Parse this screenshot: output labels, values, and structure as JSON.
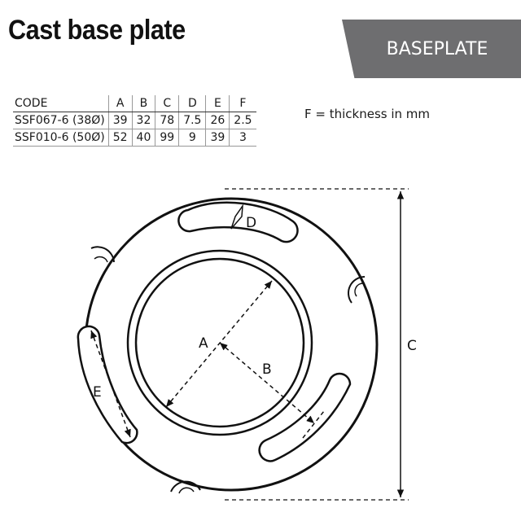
{
  "title": "Cast base plate",
  "banner": "BASEPLATE",
  "table": {
    "headers": [
      "CODE",
      "A",
      "B",
      "C",
      "D",
      "E",
      "F"
    ],
    "rows": [
      [
        "SSF067-6 (38Ø)",
        "39",
        "32",
        "78",
        "7.5",
        "26",
        "2.5"
      ],
      [
        "SSF010-6 (50Ø)",
        "52",
        "40",
        "99",
        "9",
        "39",
        "3"
      ]
    ]
  },
  "note": "F = thickness in mm",
  "drawing_labels": {
    "a": "A",
    "b": "B",
    "c": "C",
    "d": "D",
    "e": "E"
  }
}
